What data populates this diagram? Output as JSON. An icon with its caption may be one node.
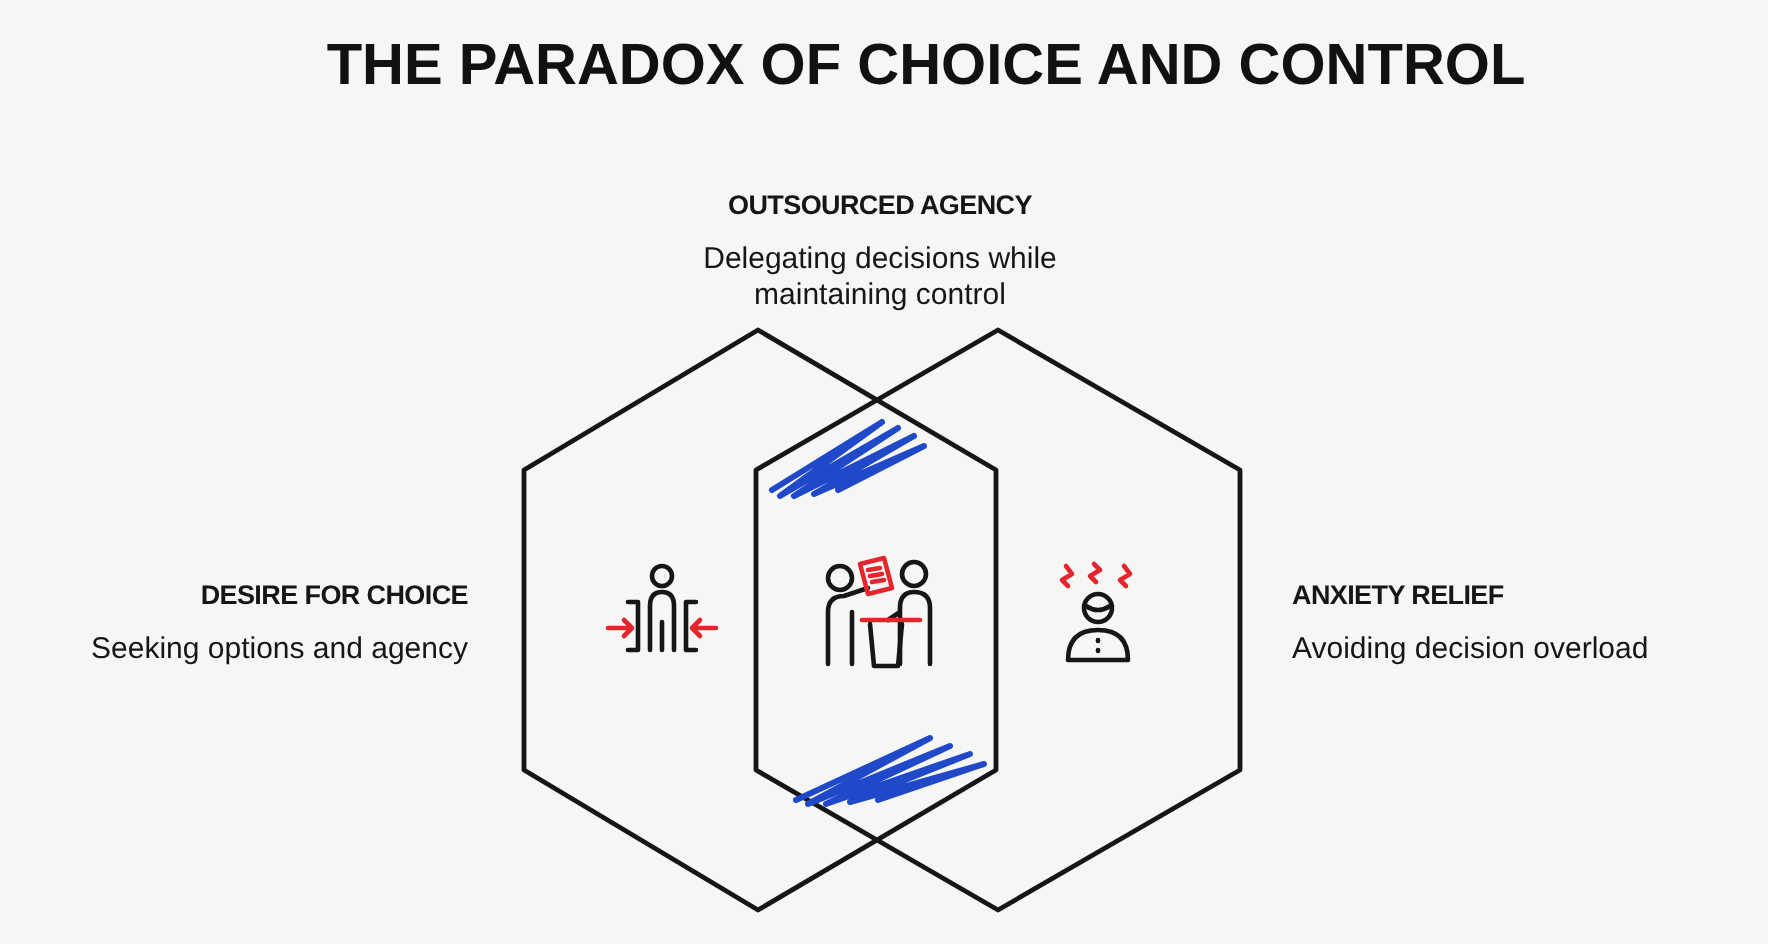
{
  "diagram": {
    "title": "THE PARADOX OF CHOICE AND CONTROL",
    "nodes": [
      {
        "text": [
          "DESIRE FOR CHOICE",
          "Seeking options and agency"
        ]
      },
      {
        "text": [
          "ANXIETY RELIEF",
          "Avoiding decision overload"
        ]
      }
    ],
    "labels": [
      "OUTSOURCED AGENCY",
      "Delegating decisions while maintaining control"
    ]
  }
}
